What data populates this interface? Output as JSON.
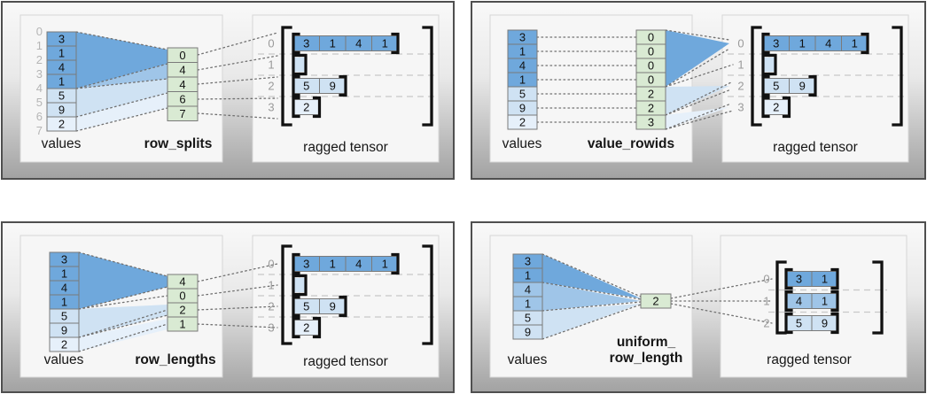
{
  "palette": {
    "dark_blue": "#6fa8dc",
    "medium_blue": "#9fc5e8",
    "light_blue": "#cfe2f3",
    "lighter_blue": "#e6f0fa",
    "green": "#d9ead3",
    "cell_border": "#7a7a7a",
    "index_gray": "#b5b5b5",
    "row_label_gray": "#9a9a9a",
    "bracket_black": "#111111",
    "dotted_line": "#707070",
    "dashed_line": "#c8c8c8"
  },
  "panels": [
    {
      "id": "row_splits",
      "values_label": "values",
      "method_label": "row_splits",
      "tensor_label": "ragged tensor",
      "values": [
        3,
        1,
        4,
        1,
        5,
        9,
        2
      ],
      "values_colors": [
        "dark_blue",
        "dark_blue",
        "dark_blue",
        "dark_blue",
        "light_blue",
        "light_blue",
        "lighter_blue"
      ],
      "value_indices": [
        0,
        1,
        2,
        3,
        4,
        5,
        6,
        7
      ],
      "method_values": [
        0,
        4,
        4,
        6,
        7
      ],
      "tensor_rows": [
        {
          "index": 0,
          "cells": [
            3,
            1,
            4,
            1
          ],
          "color": "dark_blue"
        },
        {
          "index": 1,
          "cells": [],
          "color": "light_blue"
        },
        {
          "index": 2,
          "cells": [
            5,
            9
          ],
          "color": "light_blue"
        },
        {
          "index": 3,
          "cells": [
            2
          ],
          "color": "lighter_blue"
        }
      ]
    },
    {
      "id": "value_rowids",
      "values_label": "values",
      "method_label": "value_rowids",
      "tensor_label": "ragged tensor",
      "values": [
        3,
        1,
        4,
        1,
        5,
        9,
        2
      ],
      "values_colors": [
        "dark_blue",
        "dark_blue",
        "dark_blue",
        "dark_blue",
        "light_blue",
        "light_blue",
        "lighter_blue"
      ],
      "method_values": [
        0,
        0,
        0,
        0,
        2,
        2,
        3
      ],
      "tensor_rows": [
        {
          "index": 0,
          "cells": [
            3,
            1,
            4,
            1
          ],
          "color": "dark_blue"
        },
        {
          "index": 1,
          "cells": [],
          "color": "light_blue"
        },
        {
          "index": 2,
          "cells": [
            5,
            9
          ],
          "color": "light_blue"
        },
        {
          "index": 3,
          "cells": [
            2
          ],
          "color": "lighter_blue"
        }
      ]
    },
    {
      "id": "row_lengths",
      "values_label": "values",
      "method_label": "row_lengths",
      "tensor_label": "ragged tensor",
      "values": [
        3,
        1,
        4,
        1,
        5,
        9,
        2
      ],
      "values_colors": [
        "dark_blue",
        "dark_blue",
        "dark_blue",
        "dark_blue",
        "light_blue",
        "light_blue",
        "lighter_blue"
      ],
      "method_values": [
        4,
        0,
        2,
        1
      ],
      "tensor_rows": [
        {
          "index": 0,
          "cells": [
            3,
            1,
            4,
            1
          ],
          "color": "dark_blue"
        },
        {
          "index": 1,
          "cells": [],
          "color": "light_blue"
        },
        {
          "index": 2,
          "cells": [
            5,
            9
          ],
          "color": "light_blue"
        },
        {
          "index": 3,
          "cells": [
            2
          ],
          "color": "lighter_blue"
        }
      ]
    },
    {
      "id": "uniform_row_length",
      "values_label": "values",
      "method_label": "uniform_\nrow_length",
      "tensor_label": "ragged tensor",
      "values": [
        3,
        1,
        4,
        1,
        5,
        9
      ],
      "values_colors": [
        "dark_blue",
        "dark_blue",
        "medium_blue",
        "medium_blue",
        "light_blue",
        "light_blue"
      ],
      "method_values": [
        2
      ],
      "tensor_rows": [
        {
          "index": 0,
          "cells": [
            3,
            1
          ],
          "color": "dark_blue"
        },
        {
          "index": 1,
          "cells": [
            4,
            1
          ],
          "color": "medium_blue"
        },
        {
          "index": 2,
          "cells": [
            5,
            9
          ],
          "color": "light_blue"
        }
      ]
    }
  ]
}
